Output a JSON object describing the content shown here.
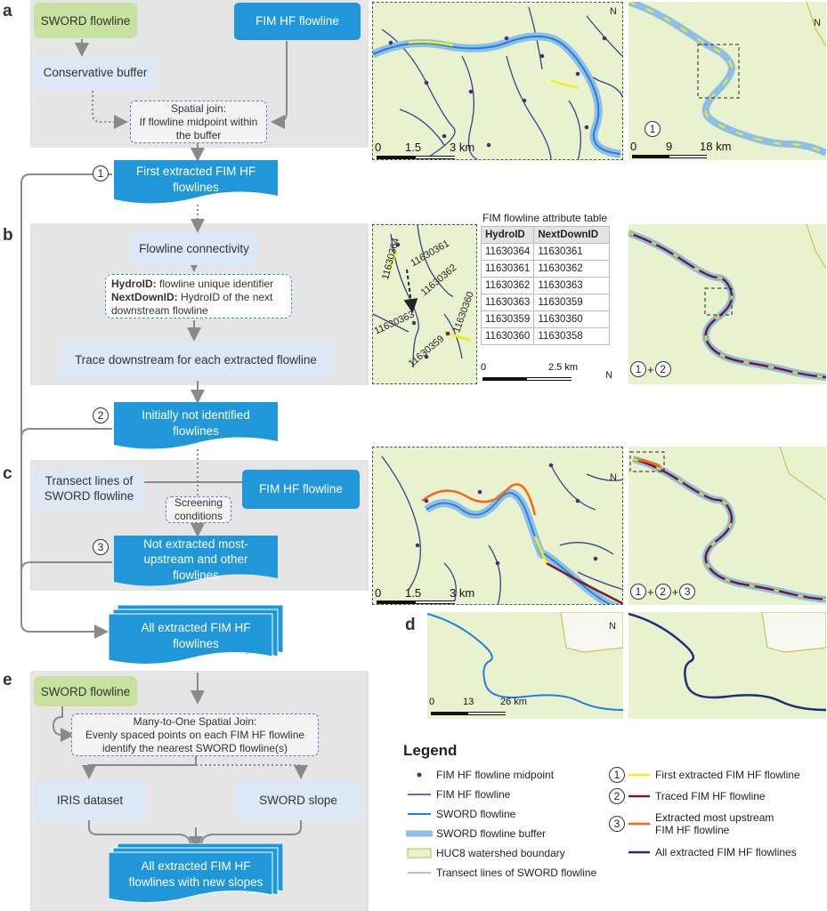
{
  "letters": {
    "a": "a",
    "b": "b",
    "c": "c",
    "d": "d",
    "e": "e"
  },
  "panel_a": {
    "sword": "SWORD flowline",
    "fim": "FIM HF flowline",
    "buffer": "Conservative buffer",
    "join": "Spatial join:\nIf flowline midpoint within\nthe buffer",
    "first": "First extracted FIM HF\nflowlines",
    "num": "1"
  },
  "panel_b": {
    "connect": "Flowline connectivity",
    "hydro_key": "HydroID:",
    "hydro_val": " flowline unique identifier",
    "next_key": "NextDownID:",
    "next_val": " HydroID of the next downstream flowline",
    "trace": "Trace downstream for each extracted flowline",
    "initially": "Initially not identified\nflowlines",
    "num": "2"
  },
  "panel_c": {
    "transect": "Transect lines of\nSWORD flowline",
    "fim": "FIM HF flowline",
    "screen": "Screening\nconditions",
    "notextracted": "Not extracted most-\nupstream and other\nflowlines",
    "num": "3"
  },
  "all_extracted": "All extracted FIM HF\nflowlines",
  "panel_e": {
    "sword": "SWORD flowline",
    "join": "Many-to-One Spatial Join:\nEvenly spaced points on each FIM HF flowline\nidentify the nearest SWORD flowline(s)",
    "iris": "IRIS dataset",
    "slope": "SWORD slope",
    "final": "All extracted FIM HF\nflowlines with new slopes"
  },
  "maps": {
    "a_left_scale": [
      "0",
      "1.5",
      "3 km"
    ],
    "a_right_scale": [
      "0",
      "9",
      "18 km"
    ],
    "a_right_tag": [
      "1"
    ],
    "b_table_title": "FIM flowline attribute table",
    "b_table_headers": [
      "HydroID",
      "NextDownID"
    ],
    "b_table_rows": [
      [
        "11630364",
        "11630361"
      ],
      [
        "11630361",
        "11630362"
      ],
      [
        "11630362",
        "11630363"
      ],
      [
        "11630363",
        "11630359"
      ],
      [
        "11630359",
        "11630360"
      ],
      [
        "11630360",
        "11630358"
      ]
    ],
    "b_scale": [
      "0",
      "2.5 km"
    ],
    "b_map_labels": [
      "11630364",
      "11630361",
      "11630362",
      "11630363",
      "11630359",
      "11630360"
    ],
    "b_right_tag": [
      "1",
      "+",
      "2"
    ],
    "c_left_scale": [
      "0",
      "1.5",
      "3 km"
    ],
    "c_right_tag": [
      "1",
      "+",
      "2",
      "+",
      "3"
    ],
    "d_scale": [
      "0",
      "13",
      "26 km"
    ],
    "north": "N"
  },
  "legend": {
    "title": "Legend",
    "left": [
      "FIM HF flowline midpoint",
      "FIM HF flowline",
      "SWORD flowline",
      "SWORD flowline buffer",
      "HUC8 watershed boundary",
      "Transect lines of SWORD flowline"
    ],
    "right": [
      {
        "num": "1",
        "label": "First extracted FIM HF flowline"
      },
      {
        "num": "2",
        "label": "Traced FIM HF flowline"
      },
      {
        "num": "3",
        "label": "Extracted most upstream\nFIM HF flowline"
      },
      {
        "num": "",
        "label": "All extracted FIM HF flowlines"
      }
    ]
  },
  "colors": {
    "panel_bg": "#e5e5e5",
    "box_blue": "#1f97d9",
    "box_light": "#dde8f6",
    "box_green": "#c7e2a0",
    "map_bg": "#e9f2cf",
    "fim": "#3a3f8a",
    "sword": "#1f7fe0",
    "buffer": "#8fbfe6",
    "first": "#f2ef1a",
    "traced": "#7a1b2a",
    "upstream": "#f06a1e",
    "all": "#1c2f7a"
  }
}
